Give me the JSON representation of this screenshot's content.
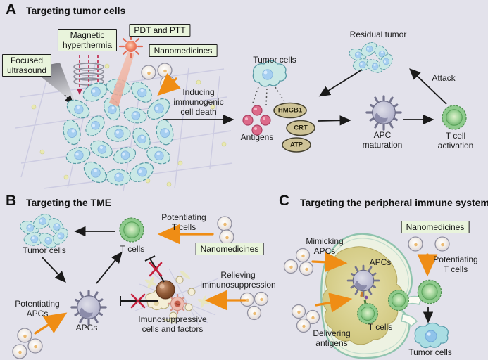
{
  "panelA": {
    "letter": "A",
    "title": "Targeting tumor cells",
    "labels": {
      "magnetic": "Magnetic\nhyperthermia",
      "pdt": "PDT and PTT",
      "ultrasound": "Focused\nultrasound",
      "nanomedicines": "Nanomedicines",
      "inducing": "Inducing\nimmunogenic\ncell death",
      "tumor_cells": "Tumor cells",
      "antigens": "Antigens",
      "hmgb1": "HMGB1",
      "crt": "CRT",
      "atp": "ATP",
      "residual_tumor": "Residual tumor",
      "apc_maturation": "APC\nmaturation",
      "t_cell_activation": "T cell\nactivation",
      "attack": "Attack"
    }
  },
  "panelB": {
    "letter": "B",
    "title": "Targeting the TME",
    "labels": {
      "tumor_cells": "Tumor cells",
      "t_cells": "T cells",
      "potentiating_t_cells": "Potentiating\nT cells",
      "nanomedicines": "Nanomedicines",
      "relieving": "Relieving\nimmunosuppression",
      "immunosuppressive": "Imunosuppressive\ncells and factors",
      "potentiating_apcs": "Potentiating\nAPCs",
      "apcs": "APCs"
    }
  },
  "panelC": {
    "letter": "C",
    "title": "Targeting the peripheral immune system",
    "labels": {
      "nanomedicines": "Nanomedicines",
      "mimicking_apcs": "Mimicking\nAPCs",
      "apcs": "APCs",
      "potentiating_t_cells": "Potentiating\nT cells",
      "t_cells": "T cells",
      "delivering_antigens": "Delivering\nantigens",
      "tumor_cells": "Tumor cells"
    }
  },
  "colors": {
    "background": "#e3e2eb",
    "label_box_bg": "#e9f4dc",
    "orange_arrow": "#ef8d15",
    "black_arrow": "#1a1a1a",
    "red_cross": "#c6203c",
    "tumor_cell_fill": "#c9e8e6",
    "t_cell_fill": "#8eca8c",
    "apc_fill": "#b5b5cc",
    "antigen_fill": "#dd6a8a",
    "damp_oval_fill": "#cec397",
    "lymph_node_outline": "#8fc3ae",
    "lymph_node_interior": "#d5cc87"
  }
}
